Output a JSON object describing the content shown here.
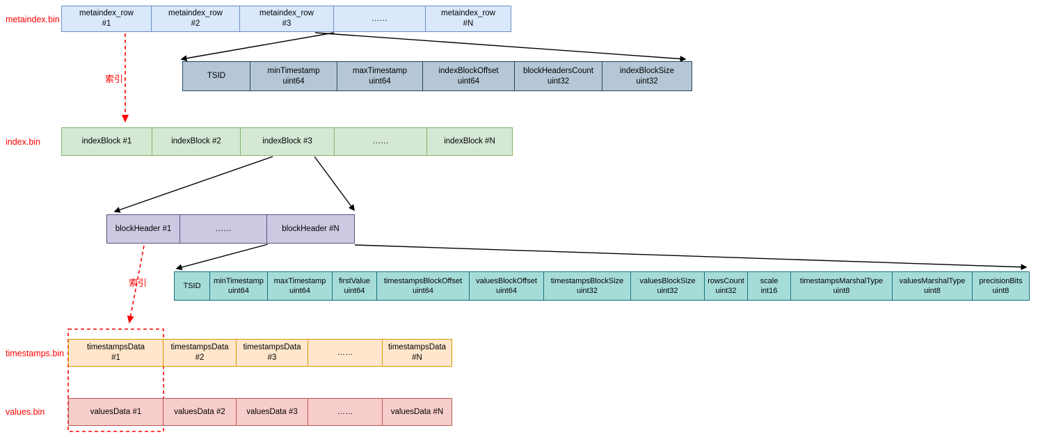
{
  "colors": {
    "accent_red": "#fe0000",
    "blue_fill": "#dae8fc",
    "blue_stroke": "#6c8ebf",
    "gray_fill": "#b5c7d6",
    "gray_stroke": "#23445d",
    "green_fill": "#d5e8d4",
    "green_stroke": "#82b366",
    "purple_fill": "#cdc9e2",
    "purple_stroke": "#56517e",
    "teal_fill": "#a6dcd8",
    "teal_stroke": "#17707a",
    "orange_fill": "#ffe6cc",
    "orange_stroke": "#d79b00",
    "pink_fill": "#f8cecc",
    "pink_stroke": "#b85450",
    "arrow_black": "#000000"
  },
  "file_labels": {
    "metaindex": "metaindex.bin",
    "index": "index.bin",
    "timestamps": "timestamps.bin",
    "values": "values.bin"
  },
  "annotations": {
    "index_link_1": "索引",
    "index_link_2": "索引"
  },
  "rows": {
    "metaindex_file": {
      "cells": [
        "metaindex_row\n#1",
        "metaindex_row\n#2",
        "metaindex_row\n#3",
        "……",
        "metaindex_row\n#N"
      ]
    },
    "metaindex_row_struct": {
      "cells": [
        "TSID",
        "minTimestamp\nuint64",
        "maxTimestamp\nuint64",
        "indexBlockOffset\nuint64",
        "blockHeadersCount\nuint32",
        "indexBlockSize\nuint32"
      ]
    },
    "index_file": {
      "cells": [
        "indexBlock #1",
        "indexBlock #2",
        "indexBlock #3",
        "……",
        "indexBlock #N"
      ]
    },
    "index_block": {
      "cells": [
        "blockHeader #1",
        "……",
        "blockHeader #N"
      ]
    },
    "block_header_struct": {
      "cells": [
        "TSID",
        "minTimestamp\nuint64",
        "maxTimestamp\nuint64",
        "firstValue\nuint64",
        "timestampsBlockOffset\nuint64",
        "valuesBlockOffset\nuint64",
        "timestampsBlockSize\nuint32",
        "valuesBlockSize\nuint32",
        "rowsCount\nuint32",
        "scale\nint16",
        "timestampsMarshalType\nuint8",
        "valuesMarshalType\nuint8",
        "precisionBits\nuint8"
      ]
    },
    "timestamps_file": {
      "cells": [
        "timestampsData\n#1",
        "timestampsData\n#2",
        "timestampsData\n#3",
        "……",
        "timestampsData\n#N"
      ]
    },
    "values_file": {
      "cells": [
        "valuesData #1",
        "valuesData #2",
        "valuesData #3",
        "……",
        "valuesData #N"
      ]
    }
  }
}
